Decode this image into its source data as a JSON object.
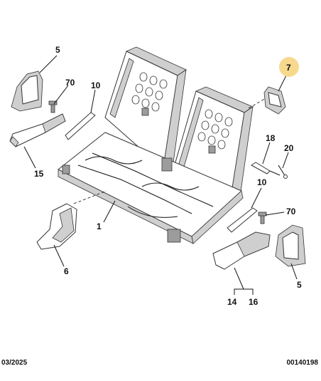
{
  "callouts": {
    "c5a": "5",
    "c70a": "70",
    "c10a": "10",
    "c7": "7",
    "c15": "15",
    "c18": "18",
    "c20": "20",
    "c10b": "10",
    "c70b": "70",
    "c1": "1",
    "c6": "6",
    "c5b": "5",
    "c14": "14",
    "c16": "16"
  },
  "highlight_color": "#f7d98e",
  "footer": {
    "date": "03/2025",
    "reference": "00140198"
  }
}
